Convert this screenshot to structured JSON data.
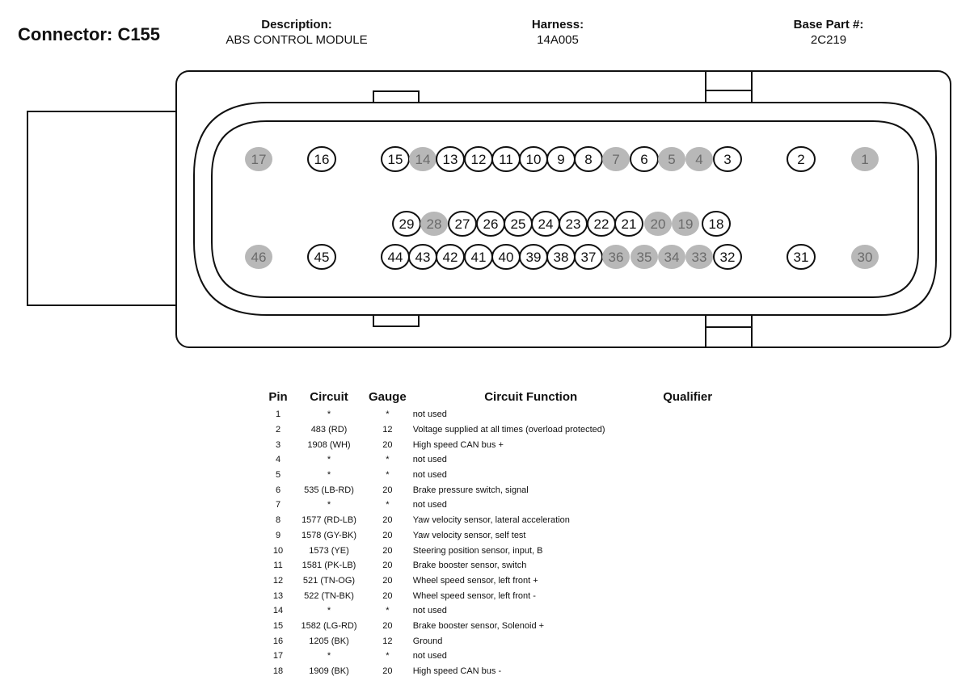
{
  "header": {
    "connector": "Connector: C155",
    "description_label": "Description:",
    "description_value": "ABS CONTROL MODULE",
    "harness_label": "Harness:",
    "harness_value": "14A005",
    "base_part_label": "Base Part #:",
    "base_part_value": "2C219"
  },
  "connector_pins": {
    "row1": [
      "17",
      "16",
      "15",
      "14",
      "13",
      "12",
      "11",
      "10",
      "9",
      "8",
      "7",
      "6",
      "5",
      "4",
      "3",
      "2",
      "1"
    ],
    "row2": [
      "29",
      "28",
      "27",
      "26",
      "25",
      "24",
      "23",
      "22",
      "21",
      "20",
      "19",
      "18"
    ],
    "row3": [
      "46",
      "45",
      "44",
      "43",
      "42",
      "41",
      "40",
      "39",
      "38",
      "37",
      "36",
      "35",
      "34",
      "33",
      "32",
      "31",
      "30"
    ],
    "unused_pins": [
      "1",
      "4",
      "5",
      "7",
      "14",
      "17",
      "19",
      "20",
      "28",
      "30",
      "33",
      "34",
      "35",
      "36",
      "46"
    ],
    "colors": {
      "used_fill": "#ffffff",
      "unused_fill": "#b8b8b8",
      "unused_text": "#6a6a6a"
    }
  },
  "table": {
    "headers": [
      "Pin",
      "Circuit",
      "Gauge",
      "Circuit Function",
      "Qualifier"
    ],
    "rows": [
      [
        "1",
        "*",
        "*",
        "not used"
      ],
      [
        "2",
        "483 (RD)",
        "12",
        "Voltage supplied at all times (overload protected)"
      ],
      [
        "3",
        "1908 (WH)",
        "20",
        "High speed CAN bus +"
      ],
      [
        "4",
        "*",
        "*",
        "not used"
      ],
      [
        "5",
        "*",
        "*",
        "not used"
      ],
      [
        "6",
        "535 (LB-RD)",
        "20",
        "Brake pressure switch, signal"
      ],
      [
        "7",
        "*",
        "*",
        "not used"
      ],
      [
        "8",
        "1577 (RD-LB)",
        "20",
        "Yaw velocity sensor, lateral acceleration"
      ],
      [
        "9",
        "1578 (GY-BK)",
        "20",
        "Yaw velocity sensor, self test"
      ],
      [
        "10",
        "1573 (YE)",
        "20",
        "Steering position sensor, input, B"
      ],
      [
        "11",
        "1581 (PK-LB)",
        "20",
        "Brake booster sensor, switch"
      ],
      [
        "12",
        "521 (TN-OG)",
        "20",
        "Wheel speed sensor, left front +"
      ],
      [
        "13",
        "522 (TN-BK)",
        "20",
        "Wheel speed sensor, left front -"
      ],
      [
        "14",
        "*",
        "*",
        "not used"
      ],
      [
        "15",
        "1582 (LG-RD)",
        "20",
        "Brake booster sensor, Solenoid +"
      ],
      [
        "16",
        "1205 (BK)",
        "12",
        "Ground"
      ],
      [
        "17",
        "*",
        "*",
        "not used"
      ],
      [
        "18",
        "1909 (BK)",
        "20",
        "High speed CAN bus -"
      ]
    ]
  }
}
